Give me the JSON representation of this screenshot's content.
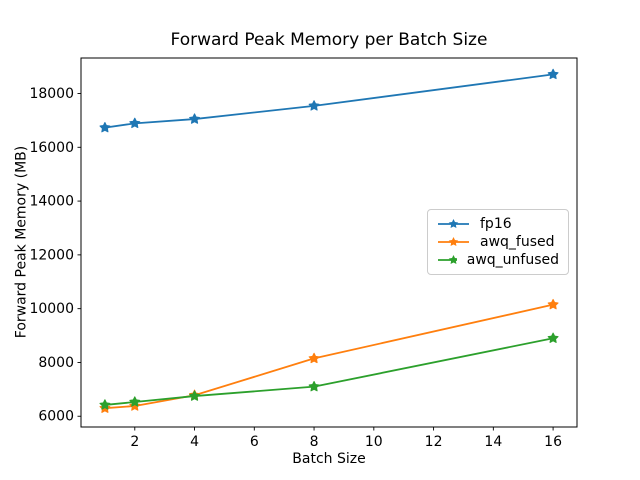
{
  "chart_data": {
    "type": "line",
    "title": "Forward Peak Memory per Batch Size",
    "xlabel": "Batch Size",
    "ylabel": "Forward Peak Memory (MB)",
    "x": [
      1,
      2,
      4,
      8,
      16
    ],
    "series": [
      {
        "name": "fp16",
        "color": "#1f77b4",
        "marker": "star",
        "values": [
          16730,
          16890,
          17050,
          17540,
          18710
        ]
      },
      {
        "name": "awq_fused",
        "color": "#ff7f0e",
        "marker": "star",
        "values": [
          6300,
          6380,
          6780,
          8150,
          10150
        ]
      },
      {
        "name": "awq_unfused",
        "color": "#2ca02c",
        "marker": "star",
        "values": [
          6420,
          6530,
          6750,
          7100,
          8900
        ]
      }
    ],
    "xticks": [
      2,
      4,
      6,
      8,
      10,
      12,
      14,
      16
    ],
    "yticks": [
      6000,
      8000,
      10000,
      12000,
      14000,
      16000,
      18000
    ],
    "xlim": [
      0.2,
      16.8
    ],
    "ylim": [
      5600,
      19320
    ],
    "grid": false,
    "legend_position": "center right",
    "axis_color": "#000000",
    "background_color": "#ffffff"
  }
}
